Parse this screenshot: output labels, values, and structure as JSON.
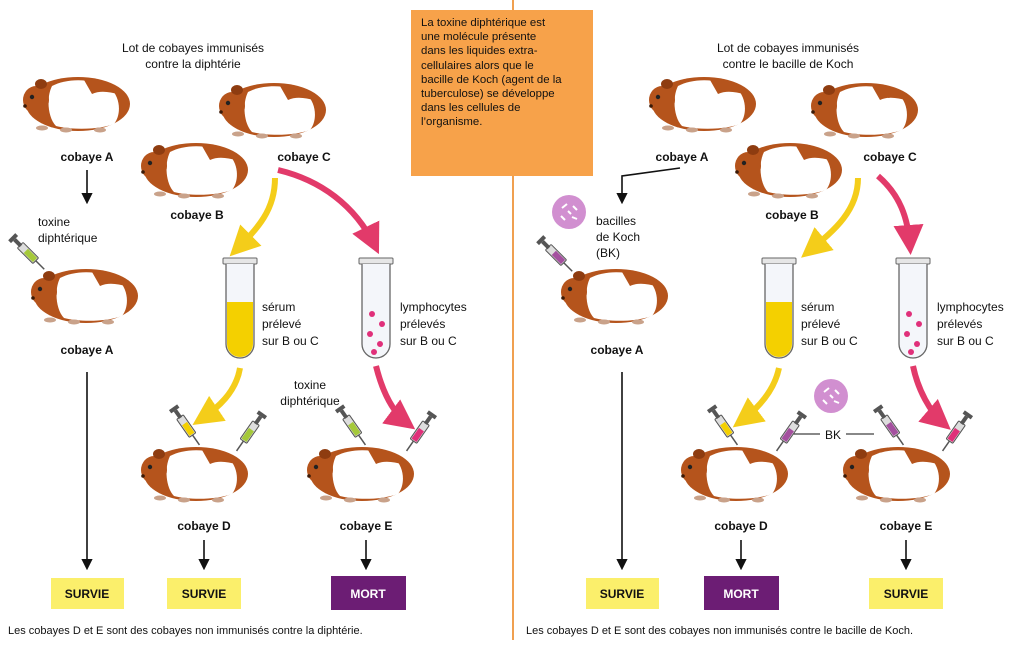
{
  "colors": {
    "divider": "#f0a050",
    "infobox": "#f7a24a",
    "survie_fill": "#fbef6b",
    "mort_fill": "#6c1d74",
    "serum": "#f4d000",
    "arrow_yellow": "#f4cd1a",
    "arrow_pink": "#e23a6a",
    "guinea_brown": "#b5541c",
    "lymphocyte_dots": "#e0307a",
    "bacilli": "#d18fd0"
  },
  "infobox": {
    "lines": [
      "La toxine diphtérique est",
      "une molécule présente",
      "dans les liquides extra-",
      "cellulaires alors que le",
      "bacille de Koch (agent de la",
      "tuberculose) se développe",
      "dans les cellules de",
      "l’organisme."
    ]
  },
  "left": {
    "title_line1": "Lot de cobayes immunisés",
    "title_line2": "contre la diphtérie",
    "cobaye_a": "cobaye A",
    "cobaye_b": "cobaye B",
    "cobaye_c": "cobaye C",
    "injection_line1": "toxine",
    "injection_line2": "diphtérique",
    "cobaye_a2": "cobaye A",
    "serum_lines": [
      "sérum",
      "prélevé",
      "sur B ou C"
    ],
    "lympho_lines": [
      "lymphocytes",
      "prélevés",
      "sur B ou C"
    ],
    "toxine2_line1": "toxine",
    "toxine2_line2": "diphtérique",
    "cobaye_d": "cobaye D",
    "cobaye_e": "cobaye E",
    "result_a": "SURVIE",
    "result_d": "SURVIE",
    "result_e": "MORT",
    "footer": "Les cobayes D et E sont des cobayes non immunisés contre la diphtérie."
  },
  "right": {
    "title_line1": "Lot de cobayes immunisés",
    "title_line2": "contre le bacille de Koch",
    "cobaye_a": "cobaye A",
    "cobaye_b": "cobaye B",
    "cobaye_c": "cobaye C",
    "bacilles_line1": "bacilles",
    "bacilles_line2": "de Koch",
    "bacilles_line3": "(BK)",
    "cobaye_a2": "cobaye A",
    "serum_lines": [
      "sérum",
      "prélevé",
      "sur B ou C"
    ],
    "lympho_lines": [
      "lymphocytes",
      "prélevés",
      "sur B ou C"
    ],
    "bk": "BK",
    "cobaye_d": "cobaye D",
    "cobaye_e": "cobaye E",
    "result_a": "SURVIE",
    "result_d": "MORT",
    "result_e": "SURVIE",
    "footer": "Les cobayes D et E sont des cobayes non immunisés contre le bacille de Koch."
  }
}
